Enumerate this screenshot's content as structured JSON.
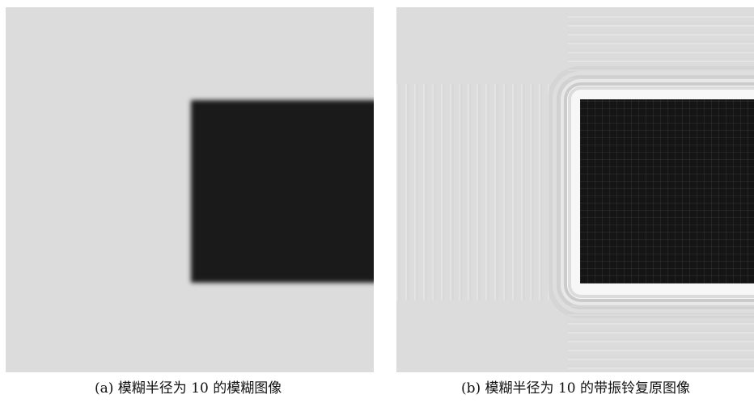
{
  "panels": [
    {
      "id": "a",
      "caption": "(a)  模糊半径为 10 的模糊图像",
      "background_color": "#dcdcdc",
      "shape_color": "#1a1a1a"
    },
    {
      "id": "b",
      "caption": "(b)  模糊半径为 10 的带振铃复原图像",
      "background_color": "#dcdcdc",
      "shape_color": "#151515"
    }
  ]
}
